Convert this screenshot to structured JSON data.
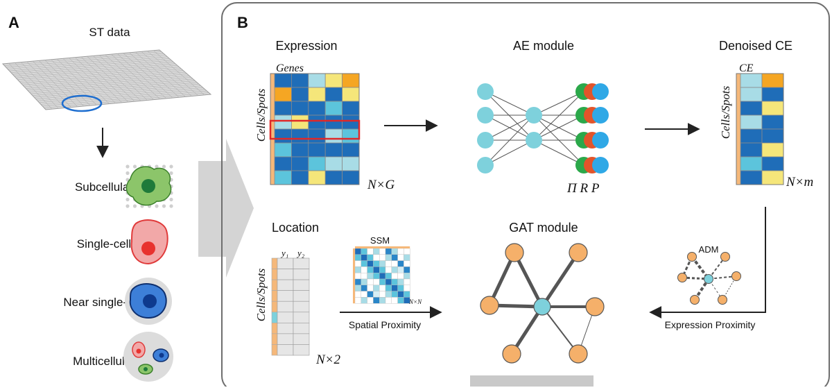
{
  "panel_a": {
    "letter": "A",
    "title": "ST data",
    "levels": [
      {
        "label": "Subcellular"
      },
      {
        "label": "Single-cell"
      },
      {
        "label": "Near single-cell"
      },
      {
        "label": "Multicellular"
      }
    ]
  },
  "panel_b": {
    "letter": "B",
    "expression": {
      "title": "Expression",
      "col_label": "Genes",
      "row_label": "Cells/Spots",
      "dims": "N×G"
    },
    "ae": {
      "title": "AE module",
      "outputs": "Π R P"
    },
    "denoised": {
      "title": "Denoised CE",
      "col_label": "CE",
      "row_label": "Cells/Spots",
      "dims": "N×m"
    },
    "location": {
      "title": "Location",
      "row_label": "Cells/Spots",
      "col1": "y₁",
      "col2": "y₂",
      "dims": "N×2"
    },
    "ssm": {
      "title": "SSM",
      "dims": "N×N",
      "arrow_label": "Spatial Proximity"
    },
    "gat": {
      "title": "GAT module"
    },
    "adm": {
      "title": "ADM",
      "arrow_label": "Expression Proximity"
    }
  },
  "colors": {
    "orange": "#F5A623",
    "blue": "#1F6DB8",
    "light_blue": "#A8DCE6",
    "cyan": "#5CC4DC",
    "yellow": "#F5E67A",
    "peach": "#F5B06A",
    "teal_node": "#7ED1DC",
    "green": "#2BA84A",
    "red_orange": "#E2542A",
    "sky": "#2FA8E6"
  }
}
